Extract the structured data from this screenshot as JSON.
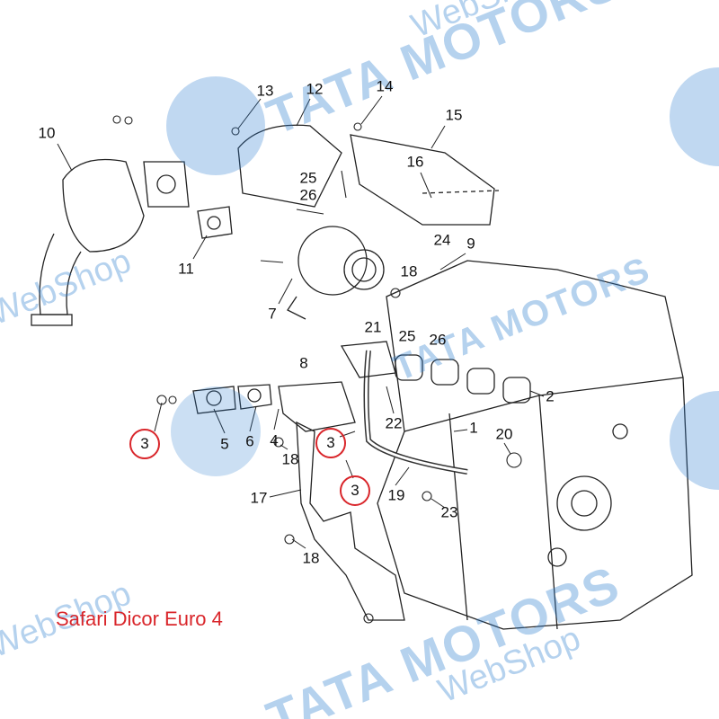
{
  "watermark": {
    "brand": "TATA MOTORS",
    "sub": "WebShop"
  },
  "caption": "Safari Dicor Euro 4",
  "callouts": [
    "10",
    "13",
    "12",
    "14",
    "15",
    "16",
    "25",
    "26",
    "24",
    "9",
    "11",
    "18",
    "7",
    "21",
    "25",
    "26",
    "8",
    "2",
    "22",
    "1",
    "20",
    "5",
    "6",
    "4",
    "18",
    "19",
    "17",
    "23",
    "18"
  ],
  "circled_callouts": [
    "3",
    "3",
    "3"
  ],
  "colors": {
    "circle": "#d9262b",
    "watermark": "#2f7fd0",
    "caption": "#d9262b"
  }
}
